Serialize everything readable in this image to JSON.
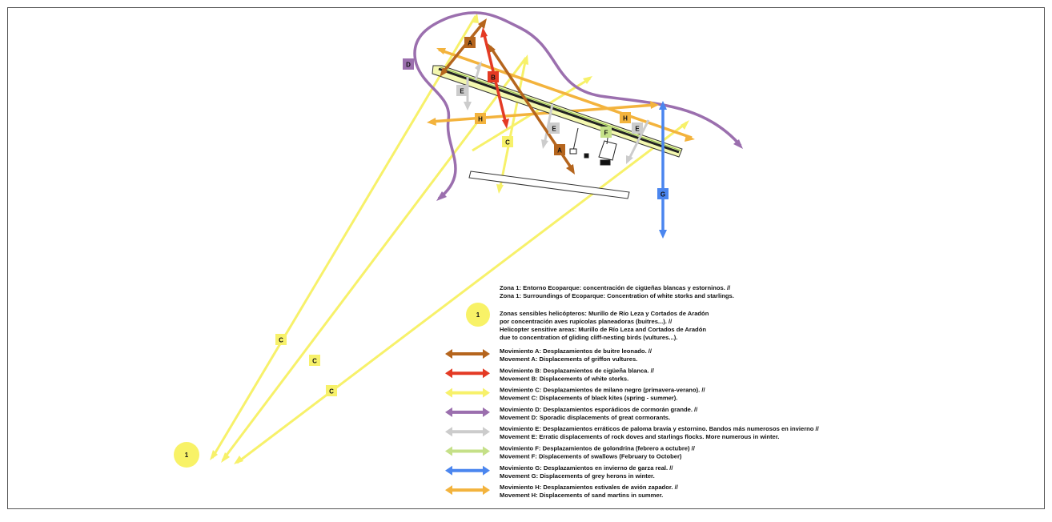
{
  "colors": {
    "A": "#b5651d",
    "B": "#e43a24",
    "C": "#f7f16a",
    "D": "#9b6fae",
    "E": "#cccccc",
    "F": "#c5e088",
    "G": "#4b86ef",
    "H": "#f3b33d",
    "zone": "#f8f267"
  },
  "zone_label": "1",
  "movement_letters": [
    "A",
    "B",
    "C",
    "D",
    "E",
    "F",
    "G",
    "H"
  ],
  "legend": {
    "zone1": {
      "es": "Zona 1: Entorno Ecoparque: concentración de cigüeñas blancas y estorninos. //",
      "en": "Zona 1: Surroundings of Ecoparque: Concentration of white storks and starlings."
    },
    "heli": {
      "line1": "Zonas sensibles helicópteros: Murillo de Río Leza y Cortados de Aradón",
      "line2": "por concentración aves rupícolas planeadoras (buitres...). //",
      "line3": "Helicopter sensitive areas: Murillo de Río Leza and Cortados de Aradón",
      "line4": "due to concentration of gliding cliff-nesting birds (vultures...)."
    },
    "items": [
      {
        "key": "A",
        "es": "Movimiento A: Desplazamientos de buitre leonado. //",
        "en": "Movement A: Displacements of griffon vultures."
      },
      {
        "key": "B",
        "es": "Movimiento B: Desplazamientos de cigüeña blanca. //",
        "en": "Movement B: Displacements of white storks."
      },
      {
        "key": "C",
        "es": "Movimiento C: Desplazamientos de milano negro (primavera-verano). //",
        "en": "Movement C: Displacements of black kites (spring - summer)."
      },
      {
        "key": "D",
        "es": "Movimiento D: Desplazamientos esporádicos de cormorán grande. //",
        "en": "Movement D: Sporadic displacements of great cormorants."
      },
      {
        "key": "E",
        "es": "Movimiento E: Desplazamientos erráticos de paloma bravía y estornino. Bandos más numerosos en invierno //",
        "en": "Movement E: Erratic displacements of rock doves and starlings flocks. More numerous in winter."
      },
      {
        "key": "F",
        "es": "Movimiento F: Desplazamientos de golondrina (febrero a octubre) //",
        "en": "Movement F: Displacements of swallows (February to October)"
      },
      {
        "key": "G",
        "es": "Movimiento G: Desplazamientos en invierno de garza real. //",
        "en": "Movement G: Displacements of grey herons in winter."
      },
      {
        "key": "H",
        "es": "Movimiento H: Desplazamientos estivales de avión zapador. //",
        "en": "Movement H: Displacements of sand martins in summer."
      }
    ]
  }
}
